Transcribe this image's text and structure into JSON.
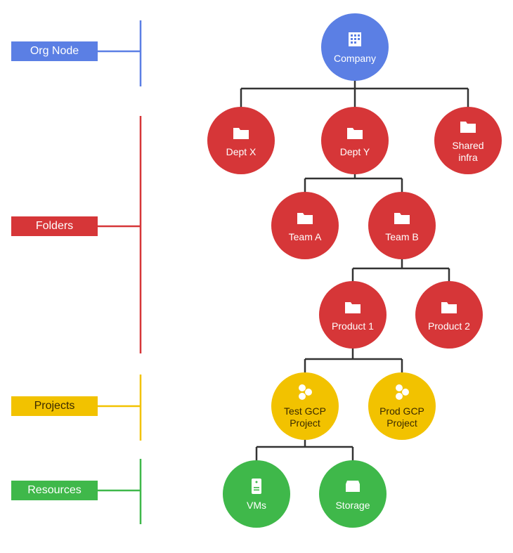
{
  "colors": {
    "org": "#5b7fe4",
    "folder": "#d63638",
    "project": "#f2c200",
    "resource": "#3fb84a",
    "connector": "#333333"
  },
  "legend": {
    "org": "Org Node",
    "folders": "Folders",
    "projects": "Projects",
    "resources": "Resources"
  },
  "nodes": {
    "company": {
      "label": "Company",
      "icon": "building-icon"
    },
    "dept_x": {
      "label": "Dept X",
      "icon": "folder-icon"
    },
    "dept_y": {
      "label": "Dept Y",
      "icon": "folder-icon"
    },
    "shared_infra": {
      "label": "Shared\ninfra",
      "icon": "folder-icon"
    },
    "team_a": {
      "label": "Team A",
      "icon": "folder-icon"
    },
    "team_b": {
      "label": "Team B",
      "icon": "folder-icon"
    },
    "product_1": {
      "label": "Product 1",
      "icon": "folder-icon"
    },
    "product_2": {
      "label": "Product 2",
      "icon": "folder-icon"
    },
    "test_gcp_project": {
      "label": "Test GCP\nProject",
      "icon": "project-icon"
    },
    "prod_gcp_project": {
      "label": "Prod GCP\nProject",
      "icon": "project-icon"
    },
    "vms": {
      "label": "VMs",
      "icon": "server-icon"
    },
    "storage": {
      "label": "Storage",
      "icon": "storage-icon"
    }
  }
}
